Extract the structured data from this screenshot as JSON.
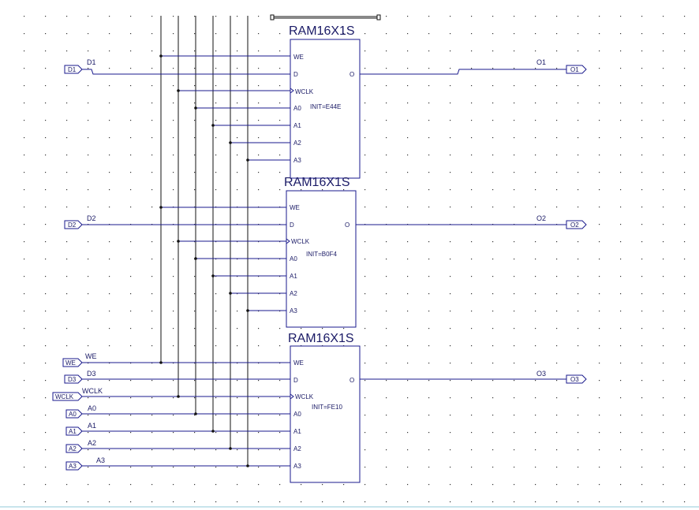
{
  "blocks": [
    {
      "title": "RAM16X1S",
      "init": "INIT=E44E",
      "pins": [
        "WE",
        "D",
        "WCLK",
        "A0",
        "A1",
        "A2",
        "A3"
      ],
      "out_pin": "O"
    },
    {
      "title": "RAM16X1S",
      "init": "INIT=B0F4",
      "pins": [
        "WE",
        "D",
        "WCLK",
        "A0",
        "A1",
        "A2",
        "A3"
      ],
      "out_pin": "O"
    },
    {
      "title": "RAM16X1S",
      "init": "INIT=FE10",
      "pins": [
        "WE",
        "D",
        "WCLK",
        "A0",
        "A1",
        "A2",
        "A3"
      ],
      "out_pin": "O"
    }
  ],
  "input_ports": [
    {
      "label": "D1",
      "net": "D1"
    },
    {
      "label": "D2",
      "net": "D2"
    },
    {
      "label": "WE",
      "net": "WE"
    },
    {
      "label": "D3",
      "net": "D3"
    },
    {
      "label": "WCLK",
      "net": "WCLK"
    },
    {
      "label": "A0",
      "net": "A0"
    },
    {
      "label": "A1",
      "net": "A1"
    },
    {
      "label": "A2",
      "net": "A2"
    },
    {
      "label": "A3",
      "net": "A3"
    }
  ],
  "output_ports": [
    {
      "label": "O1",
      "net": "O1"
    },
    {
      "label": "O2",
      "net": "O2"
    },
    {
      "label": "O3",
      "net": "O3"
    }
  ],
  "colors": {
    "wire": "#1a1a8c",
    "bus": "#111111",
    "grid": "#333333"
  }
}
